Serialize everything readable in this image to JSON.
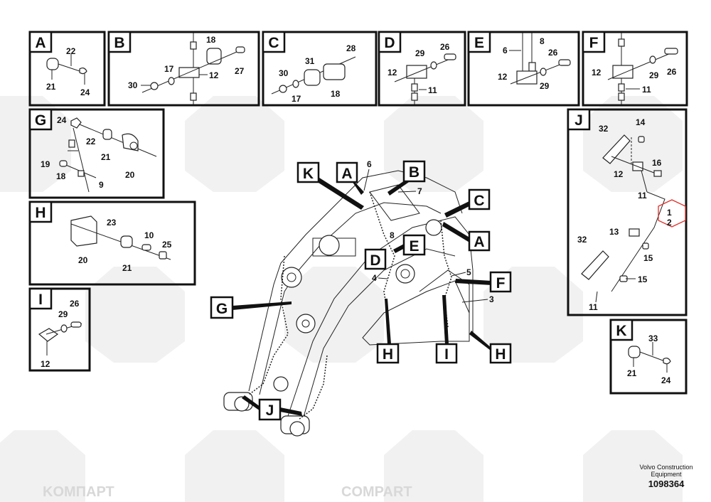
{
  "watermark": {
    "text_a": "KOMПАРТ",
    "text_b": "COMPART"
  },
  "panels": {
    "A": {
      "letter": "A",
      "labels": [
        "22",
        "21",
        "24"
      ]
    },
    "B": {
      "letter": "B",
      "labels": [
        "18",
        "17",
        "12",
        "27",
        "30"
      ]
    },
    "C": {
      "letter": "C",
      "labels": [
        "28",
        "31",
        "30",
        "17",
        "18"
      ]
    },
    "D": {
      "letter": "D",
      "labels": [
        "29",
        "26",
        "12",
        "11"
      ]
    },
    "E": {
      "letter": "E",
      "labels": [
        "8",
        "6",
        "26",
        "12",
        "29"
      ]
    },
    "F": {
      "letter": "F",
      "labels": [
        "12",
        "29",
        "26",
        "11"
      ]
    },
    "G": {
      "letter": "G",
      "labels": [
        "24",
        "22",
        "21",
        "20",
        "19",
        "18",
        "9"
      ]
    },
    "H": {
      "letter": "H",
      "labels": [
        "23",
        "10",
        "25",
        "20",
        "21"
      ]
    },
    "I": {
      "letter": "I",
      "labels": [
        "26",
        "29",
        "12"
      ]
    },
    "J": {
      "letter": "J",
      "labels": [
        "32",
        "14",
        "16",
        "12",
        "11",
        "1",
        "2",
        "13",
        "32",
        "15",
        "15",
        "11"
      ]
    },
    "K": {
      "letter": "K",
      "labels": [
        "33",
        "21",
        "24"
      ]
    }
  },
  "main": {
    "callouts": [
      "K",
      "A",
      "B",
      "C",
      "A",
      "E",
      "D",
      "F",
      "G",
      "H",
      "I",
      "H",
      "J"
    ],
    "numbers": [
      "6",
      "7",
      "8",
      "4",
      "5",
      "3"
    ]
  },
  "highlight_color": "#e0302a",
  "footer": {
    "company_line1": "Volvo Construction",
    "company_line2": "Equipment",
    "drawing_number": "1098364"
  }
}
